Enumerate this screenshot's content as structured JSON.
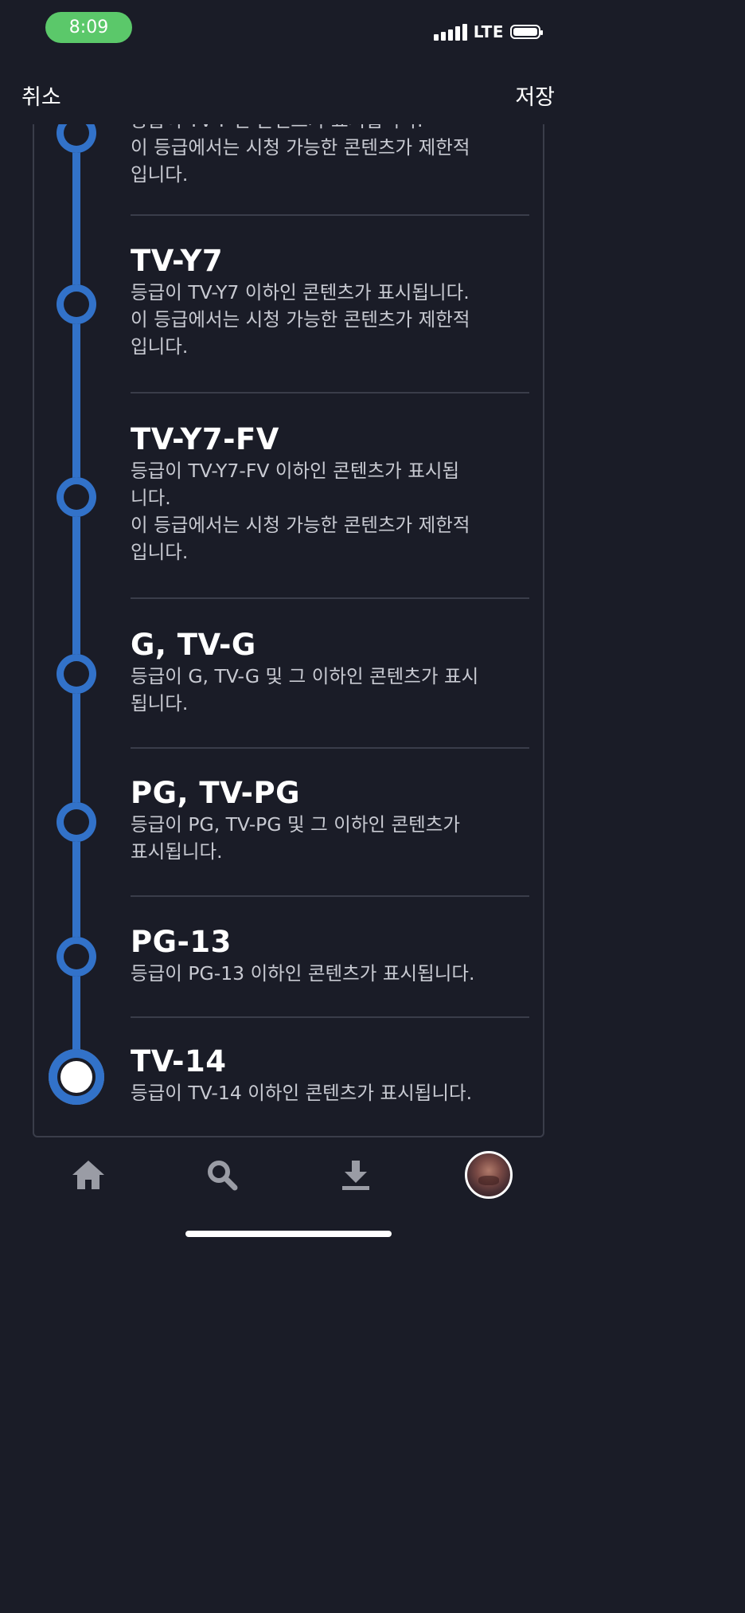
{
  "status_bar": {
    "time": "8:09",
    "network": "LTE"
  },
  "header": {
    "cancel_label": "취소",
    "save_label": "저장"
  },
  "ratings": [
    {
      "title": "",
      "description": "등급이 TV-Y 인 콘텐츠가 표시됩니다.\n이 등급에서는 시청 가능한 콘텐츠가 제한적\n입니다.",
      "selected": false
    },
    {
      "title": "TV-Y7",
      "description": "등급이 TV-Y7 이하인 콘텐츠가 표시됩니다.\n이 등급에서는 시청 가능한 콘텐츠가 제한적\n입니다.",
      "selected": false
    },
    {
      "title": "TV-Y7-FV",
      "description": "등급이 TV-Y7-FV 이하인 콘텐츠가 표시됩\n니다.\n이 등급에서는 시청 가능한 콘텐츠가 제한적\n입니다.",
      "selected": false
    },
    {
      "title": "G, TV-G",
      "description": "등급이 G, TV-G 및 그 이하인 콘텐츠가 표시\n됩니다.",
      "selected": false
    },
    {
      "title": "PG, TV-PG",
      "description": "등급이 PG, TV-PG 및 그 이하인 콘텐츠가\n표시됩니다.",
      "selected": false
    },
    {
      "title": "PG-13",
      "description": "등급이 PG-13 이하인 콘텐츠가 표시됩니다.",
      "selected": false
    },
    {
      "title": "TV-14",
      "description": "등급이 TV-14 이하인 콘텐츠가 표시됩니다.",
      "selected": true
    }
  ],
  "nav": [
    {
      "name": "home",
      "icon": "home-icon"
    },
    {
      "name": "search",
      "icon": "search-icon"
    },
    {
      "name": "downloads",
      "icon": "download-icon"
    },
    {
      "name": "profile",
      "icon": "avatar"
    }
  ],
  "colors": {
    "accent": "#3272c9",
    "background": "#1a1c27",
    "status_time_bg": "#5bc86a",
    "nav_icon": "#9a9ca5"
  }
}
